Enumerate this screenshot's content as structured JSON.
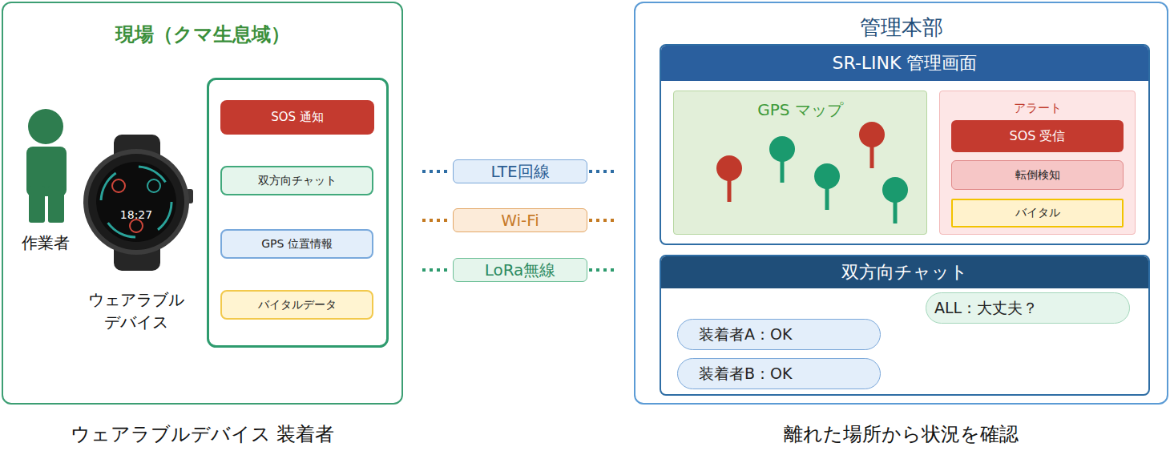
{
  "diagram": {
    "nodes": [
      {
        "text": [
          "現場（クマ生息域）",
          "ウェアラブルデバイス 装着者"
        ]
      },
      {
        "text": [
          "SOS 通知"
        ],
        "in": 0
      },
      {
        "text": [
          "双方向チャット"
        ],
        "in": 0
      },
      {
        "text": [
          "GPS 位置情報"
        ],
        "in": 0
      },
      {
        "text": [
          "バイタルデータ"
        ],
        "in": 0
      },
      {
        "text": [
          "LTE回線"
        ]
      },
      {
        "text": [
          "Wi-Fi"
        ]
      },
      {
        "text": [
          "LoRa無線"
        ]
      },
      {
        "text": [
          "管理本部",
          "離れた場所から状況を確認"
        ]
      },
      {
        "text": [
          "SR-LINK 管理画面"
        ],
        "in": 8
      },
      {
        "text": [
          "GPS マップ"
        ],
        "in": 9
      },
      {
        "text": [
          "アラート"
        ],
        "in": 9
      },
      {
        "text": [
          "SOS 受信"
        ],
        "in": 11
      },
      {
        "text": [
          "転倒検知"
        ],
        "in": 11
      },
      {
        "text": [
          "バイタル"
        ],
        "in": 11
      },
      {
        "text": [
          "双方向チャット"
        ],
        "in": 8
      },
      {
        "text": [
          "ALL：大丈夫？"
        ],
        "in": 15
      },
      {
        "text": [
          "装着者A：OK"
        ],
        "in": 15
      },
      {
        "text": [
          "装着者B：OK"
        ],
        "in": 15
      }
    ],
    "labels": [
      "作業者",
      "ウェアラブル デバイス",
      "18:27"
    ]
  }
}
